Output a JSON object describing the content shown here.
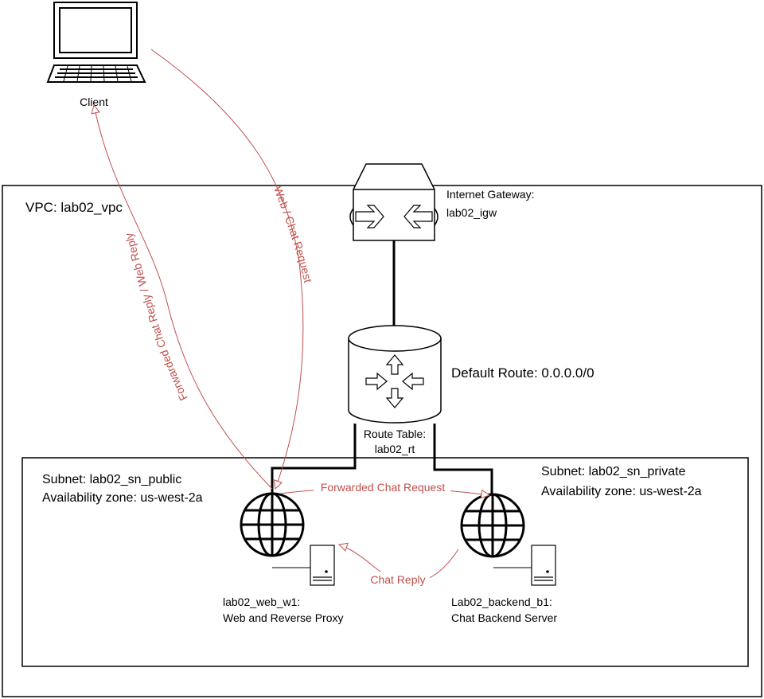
{
  "nodes": {
    "client": {
      "label": "Client"
    },
    "vpc": {
      "label": "VPC: lab02_vpc"
    },
    "igw": {
      "label_line1": "Internet Gateway:",
      "label_line2": "lab02_igw"
    },
    "route_table": {
      "label_line1": "Route Table:",
      "label_line2": "lab02_rt",
      "default_route": "Default Route: 0.0.0.0/0"
    },
    "subnet_public": {
      "label_line1": "Subnet: lab02_sn_public",
      "label_line2": "Availability zone: us-west-2a"
    },
    "subnet_private": {
      "label_line1": "Subnet: lab02_sn_private",
      "label_line2": "Availability zone: us-west-2a"
    },
    "web_server": {
      "label_line1": "lab02_web_w1:",
      "label_line2": "Web and Reverse Proxy"
    },
    "backend_server": {
      "label_line1": "Lab02_backend_b1:",
      "label_line2": "Chat Backend Server"
    }
  },
  "flows": {
    "web_chat_request": "Web / Chat Request",
    "forwarded_reply": "Forwarded Chat Reply / Web Reply",
    "forwarded_request": "Forwarded Chat Request",
    "chat_reply": "Chat Reply"
  },
  "colors": {
    "flow": "#c0504d",
    "line": "#000000"
  },
  "icons": [
    "desktop-computer-icon",
    "gateway-icon",
    "router-icon",
    "globe-icon",
    "server-icon"
  ]
}
